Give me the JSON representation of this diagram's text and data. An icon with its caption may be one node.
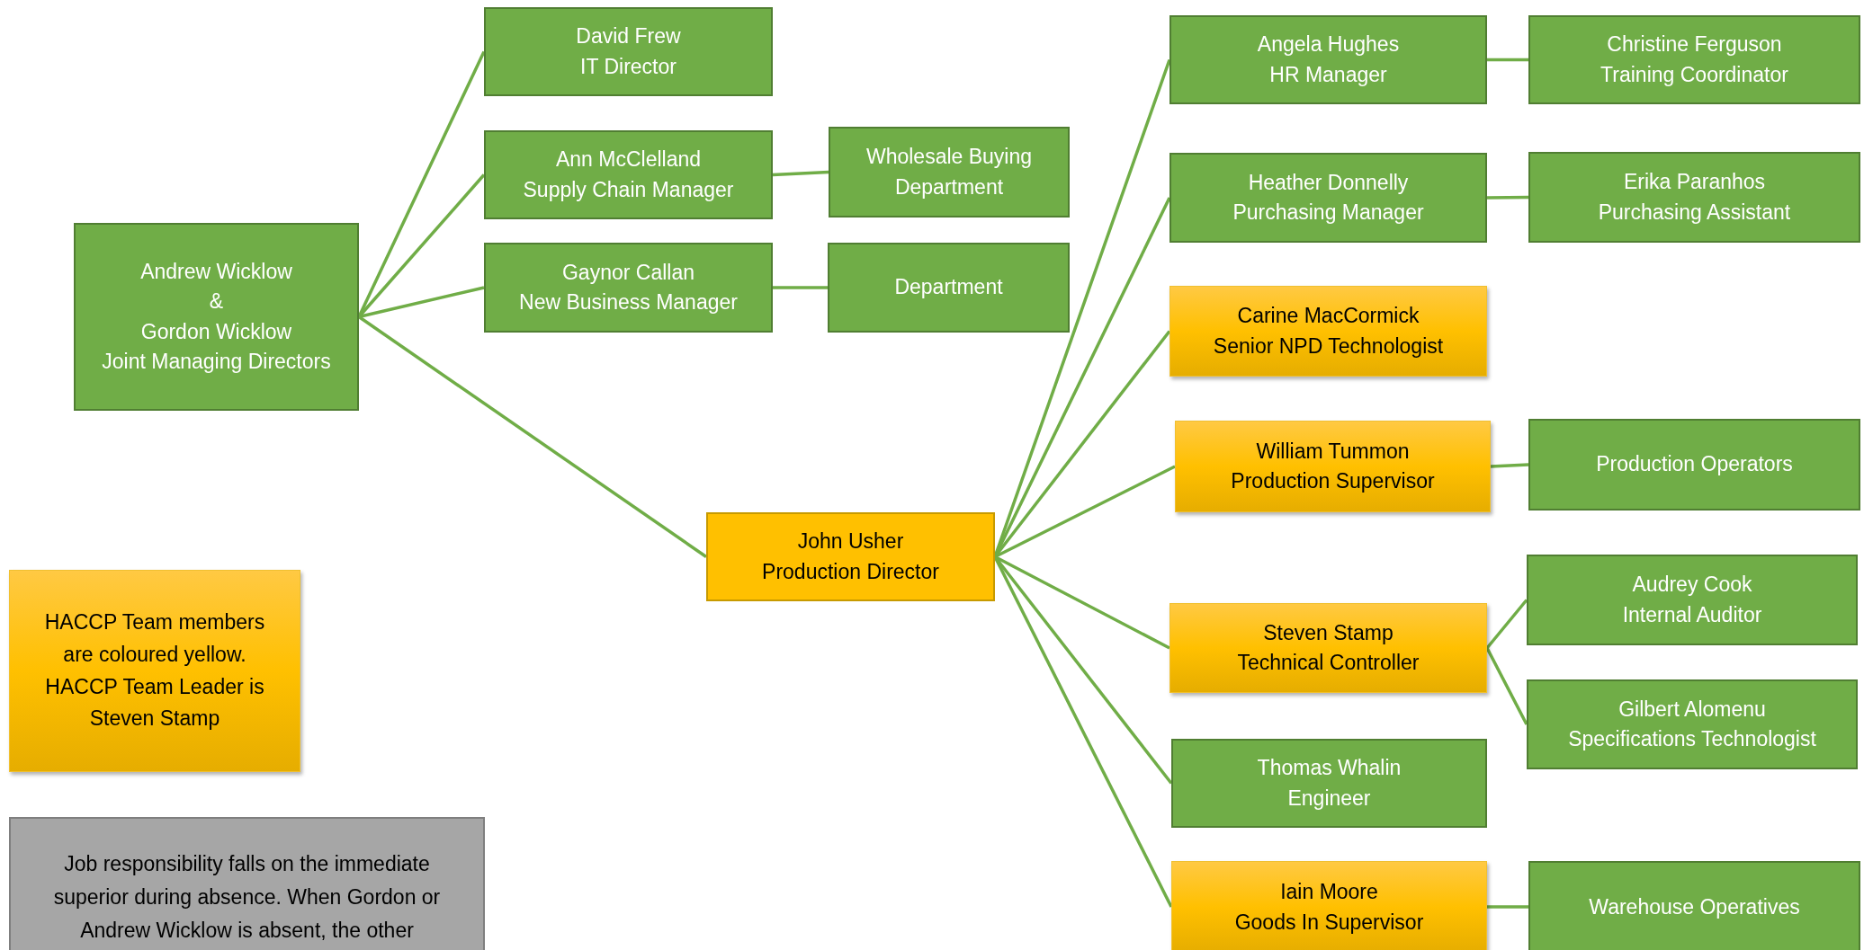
{
  "diagram": {
    "nodes": [
      {
        "text": [
          "Andrew Wicklow",
          "&",
          "Gordon Wicklow",
          "Joint Managing Directors"
        ]
      },
      {
        "text": [
          "David Frew",
          "IT Director"
        ]
      },
      {
        "text": [
          "Ann McClelland",
          "Supply Chain Manager"
        ]
      },
      {
        "text": [
          "Wholesale Buying",
          "Department"
        ]
      },
      {
        "text": [
          "Gaynor Callan",
          "New Business Manager"
        ]
      },
      {
        "text": [
          "Department"
        ]
      },
      {
        "text": [
          "John Usher",
          "Production Director"
        ]
      },
      {
        "text": [
          "Angela Hughes",
          "HR Manager"
        ]
      },
      {
        "text": [
          "Christine Ferguson",
          "Training Coordinator"
        ]
      },
      {
        "text": [
          "Heather Donnelly",
          "Purchasing Manager"
        ]
      },
      {
        "text": [
          "Erika Paranhos",
          "Purchasing Assistant"
        ]
      },
      {
        "text": [
          "Carine MacCormick",
          "Senior NPD Technologist"
        ]
      },
      {
        "text": [
          "William Tummon",
          "Production Supervisor"
        ]
      },
      {
        "text": [
          "Production Operators"
        ]
      },
      {
        "text": [
          "Steven Stamp",
          "Technical Controller"
        ]
      },
      {
        "text": [
          "Audrey Cook",
          "Internal Auditor"
        ]
      },
      {
        "text": [
          "Gilbert Alomenu",
          "Specifications Technologist"
        ]
      },
      {
        "text": [
          "Thomas Whalin",
          "Engineer"
        ]
      },
      {
        "text": [
          "Iain Moore",
          "Goods In Supervisor"
        ]
      },
      {
        "text": [
          "Warehouse Operatives"
        ]
      },
      {
        "text": [
          "HACCP Team members are coloured yellow. HACCP Team Leader is Steven Stamp"
        ]
      },
      {
        "text": [
          "Job responsibility falls on the immediate superior during absence. When Gordon or Andrew Wicklow is absent, the other"
        ]
      }
    ],
    "edges": [
      {
        "from": 0,
        "to": 1,
        "arrow": "none"
      },
      {
        "from": 0,
        "to": 2,
        "arrow": "none"
      },
      {
        "from": 2,
        "to": 3,
        "arrow": "none"
      },
      {
        "from": 0,
        "to": 4,
        "arrow": "none"
      },
      {
        "from": 4,
        "to": 5,
        "arrow": "none"
      },
      {
        "from": 0,
        "to": 6,
        "arrow": "none"
      },
      {
        "from": 6,
        "to": 7,
        "arrow": "none"
      },
      {
        "from": 7,
        "to": 8,
        "arrow": "none"
      },
      {
        "from": 6,
        "to": 9,
        "arrow": "none"
      },
      {
        "from": 9,
        "to": 10,
        "arrow": "none"
      },
      {
        "from": 6,
        "to": 11,
        "arrow": "none"
      },
      {
        "from": 6,
        "to": 12,
        "arrow": "none"
      },
      {
        "from": 12,
        "to": 13,
        "arrow": "none"
      },
      {
        "from": 6,
        "to": 14,
        "arrow": "none"
      },
      {
        "from": 14,
        "to": 15,
        "arrow": "none"
      },
      {
        "from": 14,
        "to": 16,
        "arrow": "none"
      },
      {
        "from": 6,
        "to": 17,
        "arrow": "none"
      },
      {
        "from": 6,
        "to": 18,
        "arrow": "none"
      },
      {
        "from": 18,
        "to": 19,
        "arrow": "none"
      }
    ]
  }
}
